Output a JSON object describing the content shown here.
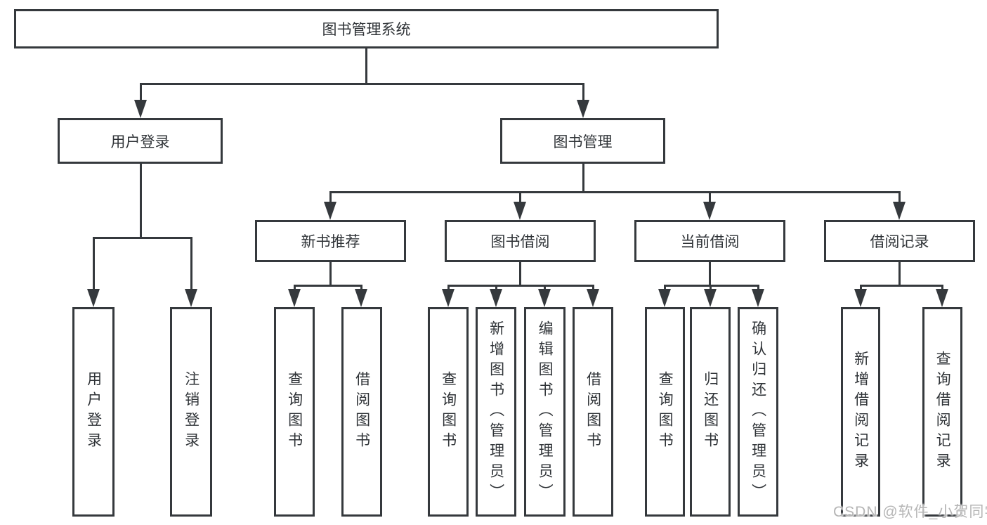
{
  "tree": {
    "root": "图书管理系统",
    "branches": [
      {
        "label": "用户登录",
        "leaves": [
          "用户登录",
          "注销登录"
        ]
      },
      {
        "label": "图书管理",
        "groups": [
          {
            "label": "新书推荐",
            "leaves": [
              "查询图书",
              "借阅图书"
            ]
          },
          {
            "label": "图书借阅",
            "leaves": [
              "查询图书",
              "新增图书（管理员）",
              "编辑图书（管理员）",
              "借阅图书"
            ]
          },
          {
            "label": "当前借阅",
            "leaves": [
              "查询图书",
              "归还图书",
              "确认归还（管理员）"
            ]
          },
          {
            "label": "借阅记录",
            "leaves": [
              "新增借阅记录",
              "查询借阅记录"
            ]
          }
        ]
      }
    ]
  },
  "watermark": "CSDN @软件_小贺同学",
  "colors": {
    "line": "#35393d",
    "text": "#2f3337",
    "box_bg": "#ffffff",
    "watermark": "#b5b5b5"
  }
}
